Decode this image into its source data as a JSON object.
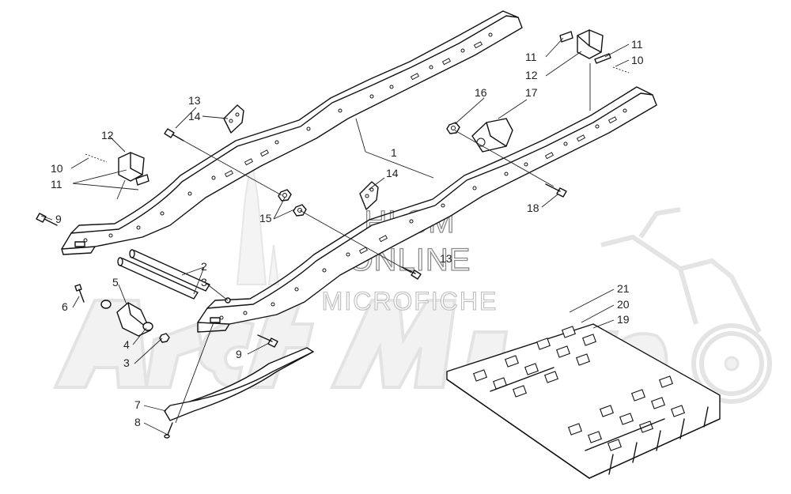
{
  "watermark": {
    "line1": "HLSM",
    "line2": "ONLINE",
    "line3": "MICROFICHE",
    "brand_logo": "ArcticCat",
    "color": "#d8d8d8"
  },
  "callouts": {
    "c1": "1",
    "c2": "2",
    "c3a": "3",
    "c3b": "3",
    "c4": "4",
    "c5": "5",
    "c6": "6",
    "c7": "7",
    "c8": "8",
    "c9a": "9",
    "c9b": "9",
    "c10a": "10",
    "c10b": "10",
    "c11a": "11",
    "c11b": "11",
    "c11c": "11",
    "c12a": "12",
    "c12b": "12",
    "c13a": "13",
    "c13b": "13",
    "c14a": "14",
    "c14b": "14",
    "c15": "15",
    "c16": "16",
    "c17": "17",
    "c18": "18",
    "c19": "19",
    "c20": "20",
    "c21": "21"
  }
}
